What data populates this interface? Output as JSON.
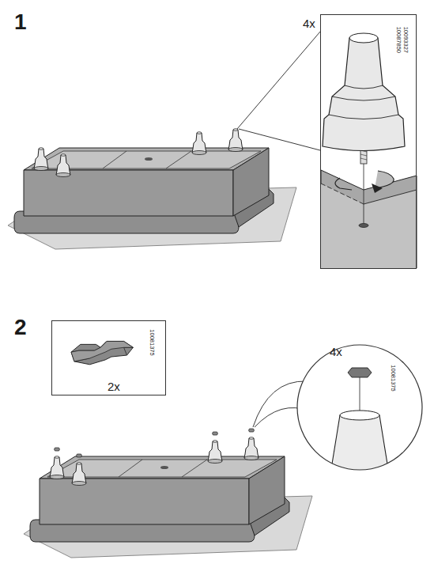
{
  "diagram": {
    "nodes": [
      {
        "text": [
          "10093327 10087850"
        ]
      },
      {
        "text": [
          "10081375",
          "2x"
        ]
      },
      {
        "text": [
          "10081375"
        ]
      }
    ],
    "labels": [
      "1",
      "4x",
      "2",
      "4x"
    ]
  }
}
